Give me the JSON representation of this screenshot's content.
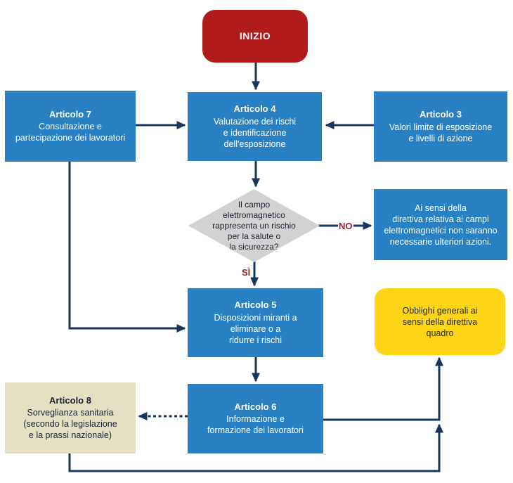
{
  "colors": {
    "blue": "#2980C3",
    "red": "#B21B1B",
    "navy": "#17375D",
    "yellow": "#FFD617",
    "beige": "#E5E0C3",
    "gray": "#D2D2D2",
    "label_red": "#A81C2C",
    "dark_text": "#1A2433"
  },
  "diagram": {
    "start_label": "INIZIO",
    "art7": {
      "title": "Articolo 7",
      "body": "Consultazione e\npartecipazione dei lavoratori"
    },
    "art4": {
      "title": "Articolo 4",
      "body": "Valutazione dei rischi\ne identificazione\ndell'esposizione"
    },
    "art3": {
      "title": "Articolo 3",
      "body": "Valori limite di esposizione\ne livelli di azione"
    },
    "decision": "Il campo\nelettromagnetico\nrappresenta un rischio\nper la salute o\nla sicurezza?",
    "no_action": "Ai sensi della\ndirettiva relativa ai campi\nelettromagnetici non saranno\nnecessarie ulteriori azioni.",
    "art5": {
      "title": "Articolo 5",
      "body": "Disposizioni miranti a\neliminare o a\nridurre i rischi"
    },
    "general_obligations": "Obblighi generali ai\nsensi della direttiva\nquadro",
    "art6": {
      "title": "Articolo 6",
      "body": "Informazione e\nformazione dei lavoratori"
    },
    "art8": {
      "title": "Articolo 8",
      "body": "Sorveglianza sanitaria\n(secondo la legislazione\ne la prassi nazionale)"
    },
    "no_label": "NO",
    "yes_label": "SÌ"
  }
}
